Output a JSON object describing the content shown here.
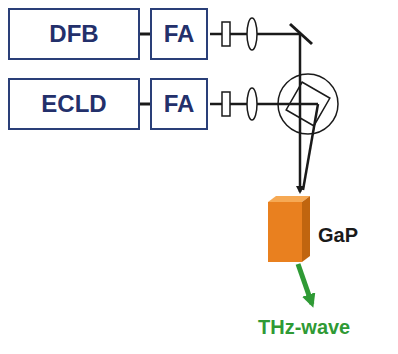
{
  "diagram": {
    "nodes": [
      {
        "text": [
          "DFB"
        ]
      },
      {
        "text": [
          "FA"
        ]
      },
      {
        "text": [
          "ECLD"
        ]
      },
      {
        "text": [
          "FA"
        ]
      },
      {
        "text": [
          "GaP"
        ]
      }
    ],
    "edges": [
      {
        "from": 0,
        "to": 1,
        "arrow": "none"
      },
      {
        "from": 2,
        "to": 3,
        "arrow": "none"
      }
    ],
    "labels": [
      "THz-wave"
    ]
  }
}
